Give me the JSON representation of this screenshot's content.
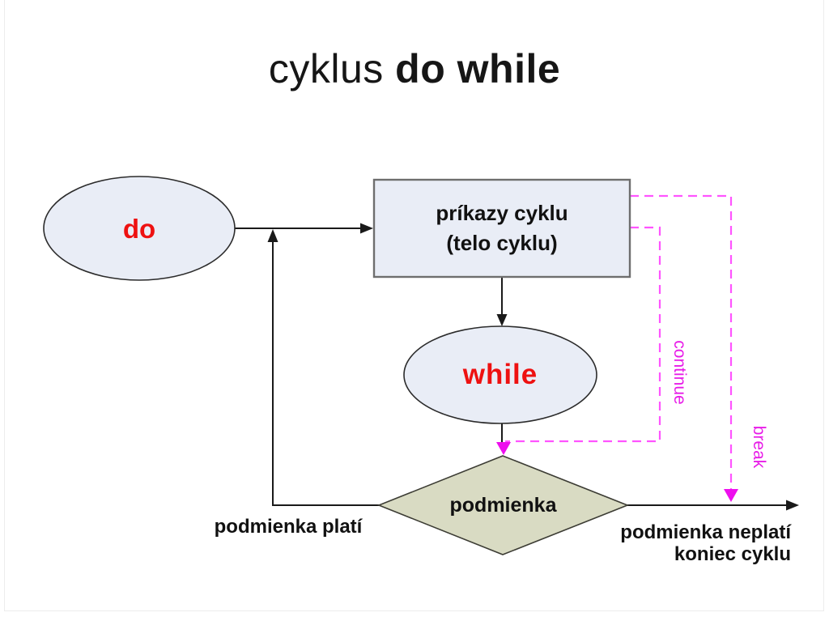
{
  "title": {
    "prefix": "cyklus ",
    "bold": "do while"
  },
  "nodes": {
    "do_node": {
      "label": "do"
    },
    "body_node": {
      "line1": "príkazy cyklu",
      "line2": "(telo cyklu)"
    },
    "while_node": {
      "label": "while"
    },
    "condition_node": {
      "label": "podmienka"
    }
  },
  "edge_labels": {
    "condition_true": "podmienka platí",
    "condition_false_line1": "podmienka neplatí",
    "condition_false_line2": "koniec cyklu",
    "continue_label": "continue",
    "break_label": "break"
  },
  "colors": {
    "node_fill": "#e9edf6",
    "node_border": "#2b2b2b",
    "rect_border": "#6e6e6e",
    "diamond_fill": "#d9dbc3",
    "diamond_border": "#3c3c34",
    "keyword_red": "#ee1111",
    "magenta_dash": "#ff54ff",
    "magenta_solid": "#ee0eee",
    "line_black": "#1a1a1a"
  }
}
